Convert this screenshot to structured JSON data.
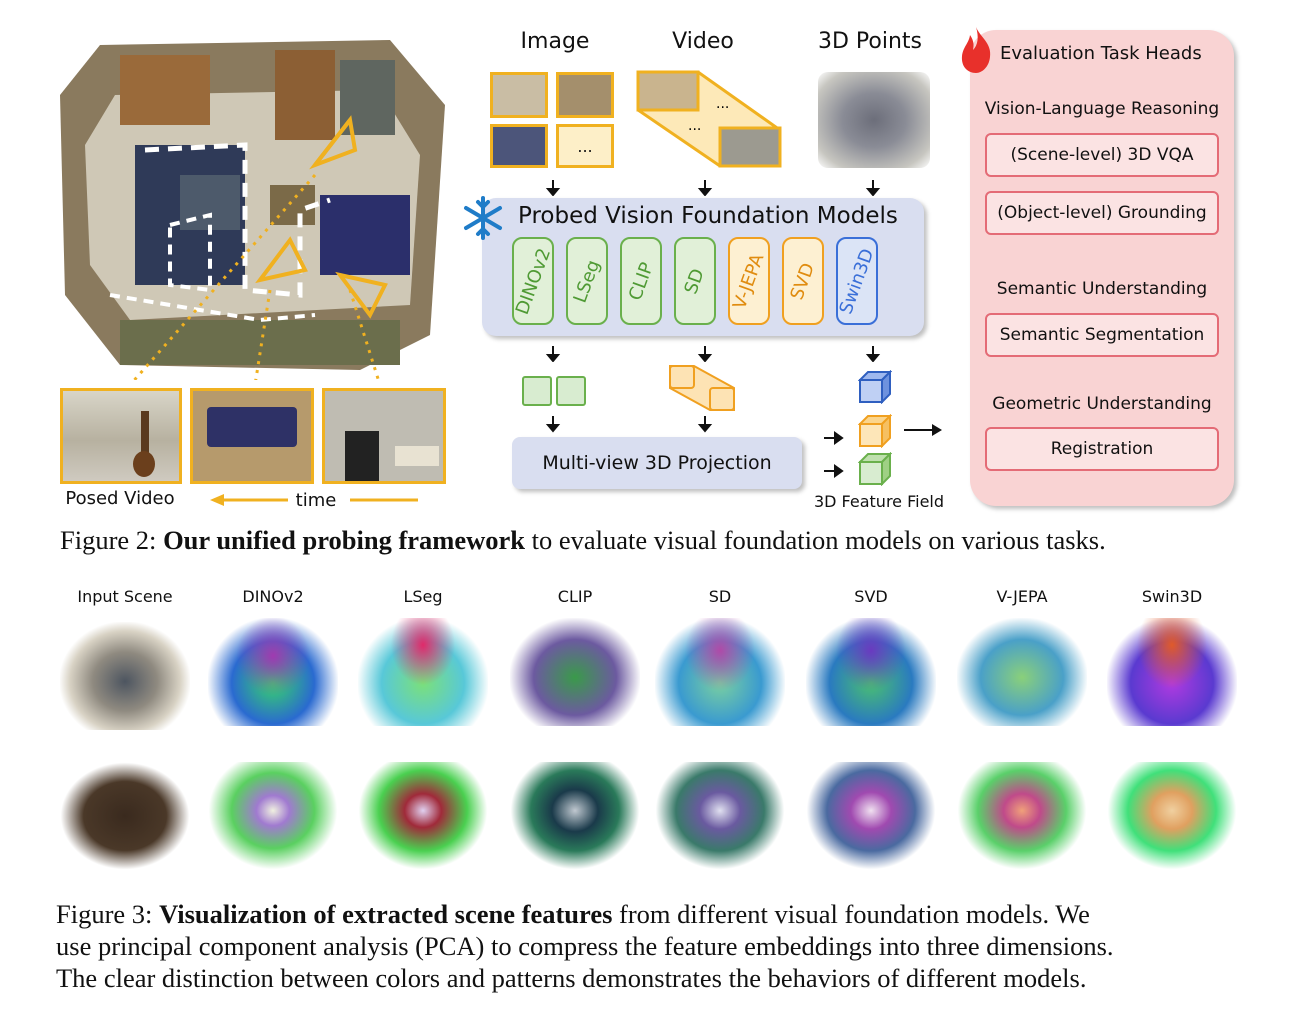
{
  "figure2": {
    "labels": {
      "image": "Image",
      "video": "Video",
      "points": "3D Points",
      "ellipsis_image": "...",
      "posed_video": "Posed Video",
      "time": "time",
      "models_title": "Probed Vision Foundation Models",
      "projection": "Multi-view 3D Projection",
      "feature_field": "3D Feature Field"
    },
    "models": [
      {
        "name": "DINOv2",
        "color": "#6ab04c"
      },
      {
        "name": "LSeg",
        "color": "#6ab04c"
      },
      {
        "name": "CLIP",
        "color": "#6ab04c"
      },
      {
        "name": "SD",
        "color": "#6ab04c"
      },
      {
        "name": "V-JEPA",
        "color": "#f0a020"
      },
      {
        "name": "SVD",
        "color": "#f0a020"
      },
      {
        "name": "Swin3D",
        "color": "#3a6fd8"
      }
    ],
    "task_panel": {
      "title": "Evaluation Task Heads",
      "sections": [
        {
          "heading": "Vision-Language Reasoning",
          "tasks": [
            "(Scene-level) 3D VQA",
            "(Object-level) Grounding"
          ]
        },
        {
          "heading": "Semantic Understanding",
          "tasks": [
            "Semantic Segmentation"
          ]
        },
        {
          "heading": "Geometric Understanding",
          "tasks": [
            "Registration"
          ]
        }
      ]
    },
    "caption": {
      "prefix": "Figure 2: ",
      "bold": "Our unified probing framework",
      "rest": " to evaluate visual foundation models on various tasks."
    }
  },
  "figure3": {
    "columns": [
      "Input Scene",
      "DINOv2",
      "LSeg",
      "CLIP",
      "SD",
      "SVD",
      "V-JEPA",
      "Swin3D"
    ],
    "caption": {
      "prefix": "Figure 3: ",
      "bold": "Visualization of extracted scene features",
      "rest_line1": " from different visual foundation models. We",
      "line2": "use principal component analysis (PCA) to compress the feature embeddings into three dimensions.",
      "line3": "The clear distinction between colors and patterns demonstrates the behaviors of different models."
    }
  },
  "colors": {
    "accent_orange": "#f0b120",
    "panel_blue": "#d9def0",
    "panel_pink": "#f9d3d3",
    "task_border": "#e46b76"
  }
}
